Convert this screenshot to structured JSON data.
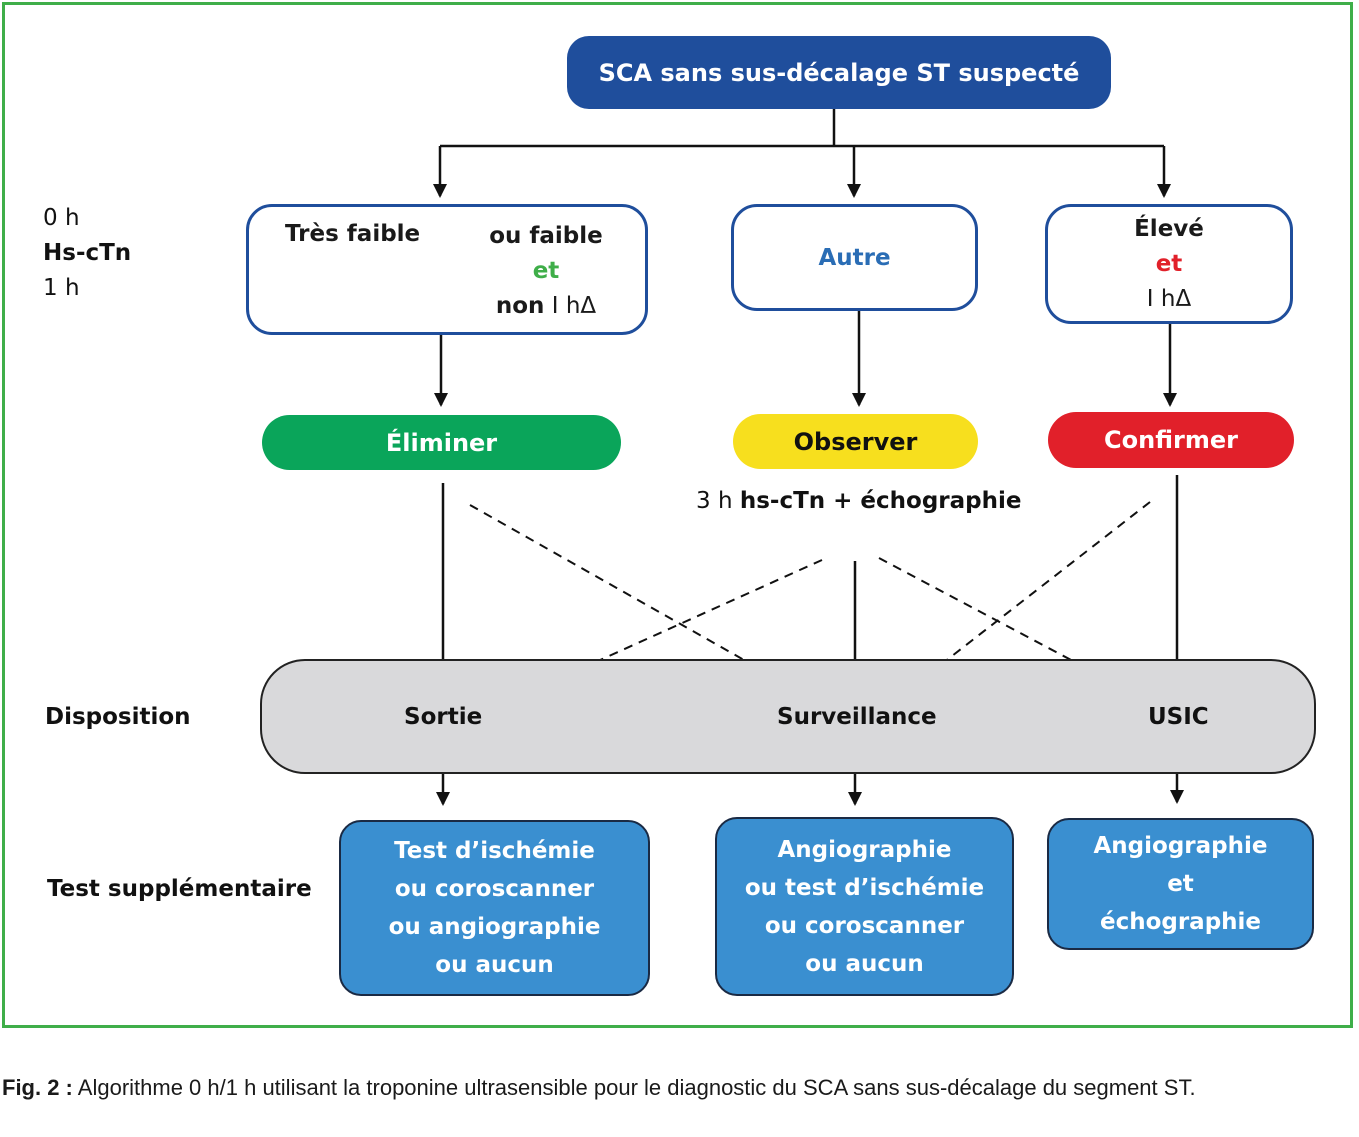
{
  "title": "SCA sans sus-décalage ST suspecté",
  "time_labels": {
    "t0": "0 h",
    "marker": "Hs-cTn",
    "t1": "1 h"
  },
  "categories": {
    "low": {
      "part1": "Très faible",
      "part2": "ou faible",
      "connector": "et",
      "cond_bold": "non",
      "cond_rest": " I hΔ"
    },
    "other": {
      "label": "Autre"
    },
    "high": {
      "label": "Élevé",
      "connector": "et",
      "cond": "I hΔ"
    }
  },
  "actions": {
    "eliminate": "Éliminer",
    "observe": "Observer",
    "confirm": "Confirmer",
    "observe_note_pre": "3 h ",
    "observe_note_bold": "hs-cTn + échographie"
  },
  "disposition": {
    "label": "Disposition",
    "items": [
      "Sortie",
      "Surveillance",
      "USIC"
    ]
  },
  "supplementary": {
    "label": "Test supplémentaire",
    "boxes": [
      [
        "Test d’ischémie",
        "ou coroscanner",
        "ou angiographie",
        "ou aucun"
      ],
      [
        "Angiographie",
        "ou test d’ischémie",
        "ou coroscanner",
        "ou aucun"
      ],
      [
        "Angiographie",
        "et",
        "échographie"
      ]
    ]
  },
  "caption": {
    "prefix": "Fig. 2 :",
    "text": " Algorithme 0 h/1 h utilisant la troponine ultrasensible pour le diagnostic du SCA sans sus-décalage du segment ST."
  },
  "colors": {
    "navy": "#1f4e9c",
    "green": "#0aa55a",
    "yellow": "#f7df1e",
    "red": "#e1202a",
    "light_blue": "#3a8fd0",
    "gray": "#d9d9db",
    "frame_green": "#3fae49"
  }
}
